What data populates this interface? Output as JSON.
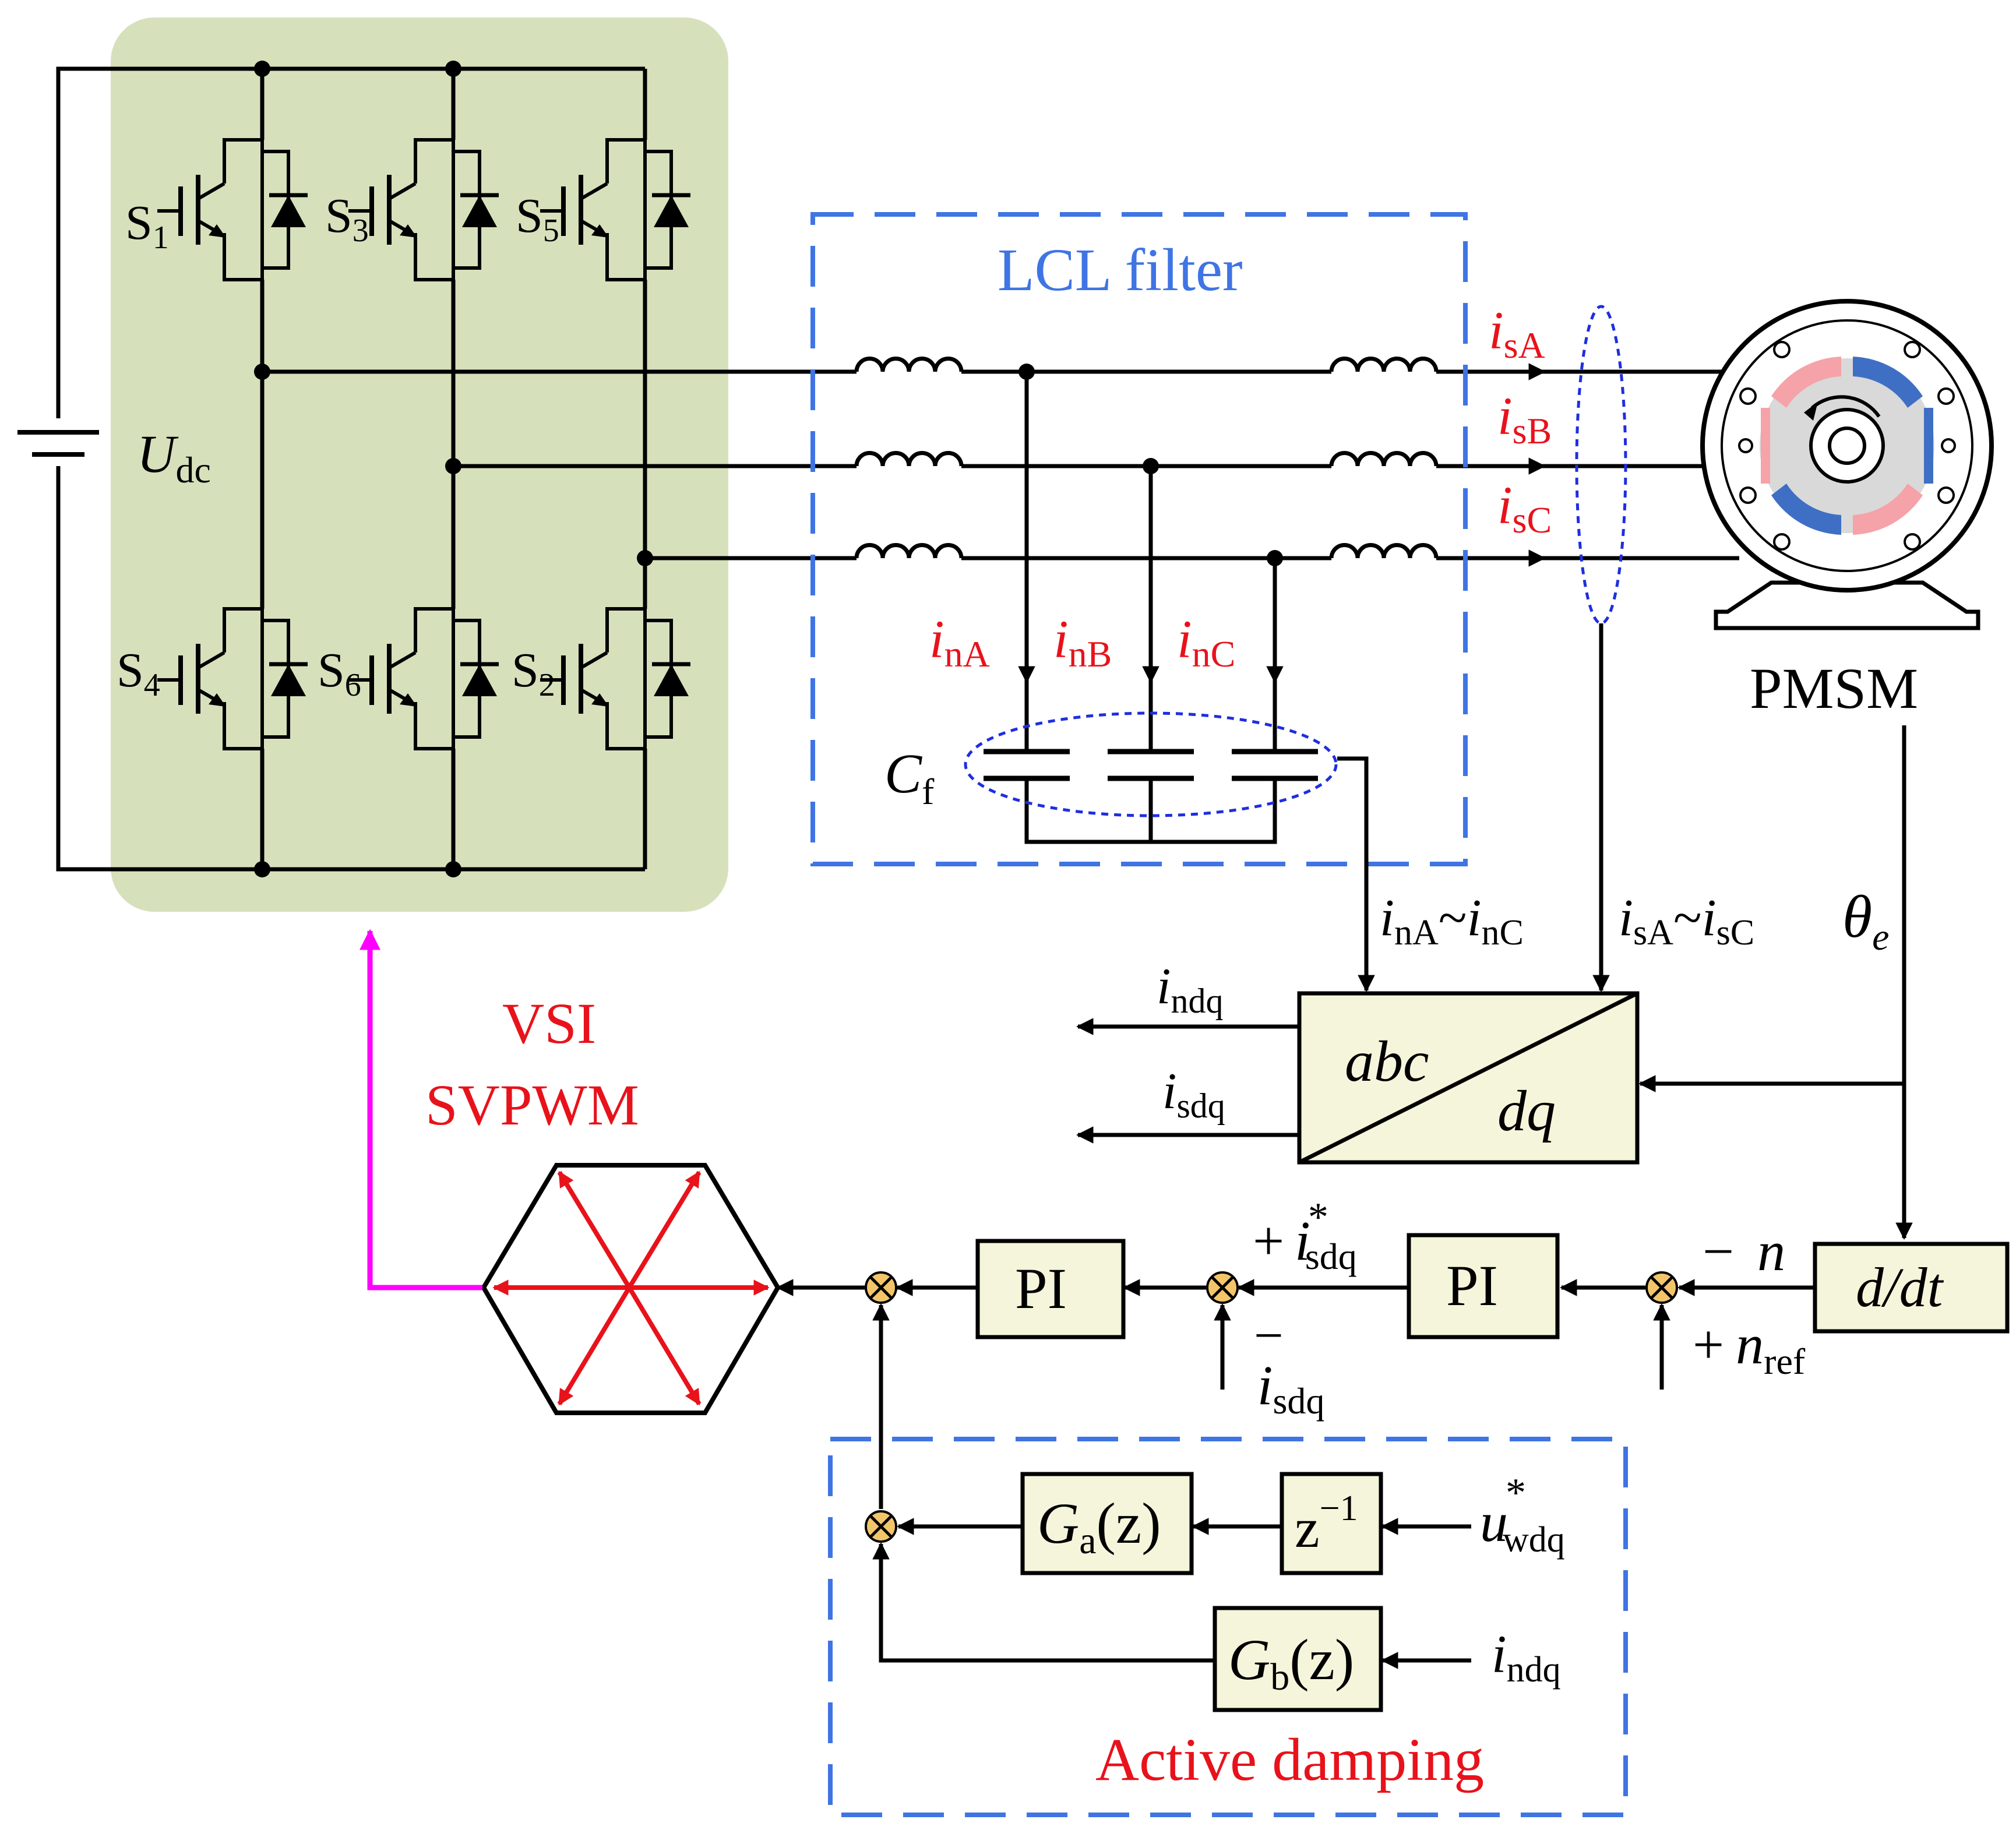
{
  "labels": {
    "lcl_filter": "LCL filter",
    "udc_main": "U",
    "udc_sub": "dc",
    "pmsm": "PMSM",
    "vsi_line1": "VSI",
    "vsi_line2": "SVPWM",
    "active_damping": "Active damping",
    "cf_main": "C",
    "cf_sub": "f",
    "theta_main": "θ",
    "theta_sub": "e",
    "abc": "abc",
    "dq": "dq",
    "pi_outer": "PI",
    "pi_inner": "PI",
    "ddt": "d/dt",
    "z_block": "z",
    "z_sup": "−1",
    "ga_main": "G",
    "ga_sub": "a",
    "ga_arg": "(z)",
    "gb_main": "G",
    "gb_sub": "b",
    "gb_arg": "(z)"
  },
  "switches": [
    {
      "main": "S",
      "sub": "1"
    },
    {
      "main": "S",
      "sub": "3"
    },
    {
      "main": "S",
      "sub": "5"
    },
    {
      "main": "S",
      "sub": "4"
    },
    {
      "main": "S",
      "sub": "6"
    },
    {
      "main": "S",
      "sub": "2"
    }
  ],
  "currents": {
    "isA": {
      "main": "i",
      "sub": "sA"
    },
    "isB": {
      "main": "i",
      "sub": "sB"
    },
    "isC": {
      "main": "i",
      "sub": "sC"
    },
    "inA": {
      "main": "i",
      "sub": "nA"
    },
    "inB": {
      "main": "i",
      "sub": "nB"
    },
    "inC": {
      "main": "i",
      "sub": "nC"
    }
  },
  "signals": {
    "in_range": {
      "i1": "i",
      "s1": "nA",
      "tilde": "~",
      "i2": "i",
      "s2": "nC"
    },
    "is_range": {
      "i1": "i",
      "s1": "sA",
      "tilde": "~",
      "i2": "i",
      "s2": "sC"
    },
    "indq_out": {
      "main": "i",
      "sub": "ndq"
    },
    "isdq_out": {
      "main": "i",
      "sub": "sdq"
    },
    "isdq_ref": {
      "sign": "+",
      "main": "i",
      "star": "*",
      "sub": "sdq"
    },
    "isdq_fb": {
      "sign": "−",
      "main": "i",
      "sub": "sdq"
    },
    "n_fb": {
      "sign": "−",
      "main": "n"
    },
    "n_ref": {
      "sign": "+",
      "main": "n",
      "sub": "ref"
    },
    "uwdq": {
      "main": "u",
      "star": "*",
      "sub": "wdq"
    },
    "indq_in": {
      "main": "i",
      "sub": "ndq"
    }
  },
  "colors": {
    "red_label": "#e8121b",
    "blue_dash": "#3f74e4",
    "magenta_arrow": "#ff00ff",
    "inverter_bg": "#d6e1bc",
    "block_fill": "#f4f5da",
    "sum_fill": "#f3c56a",
    "rotor_red": "#f5a3a8",
    "rotor_blue": "#3f6fc4"
  }
}
